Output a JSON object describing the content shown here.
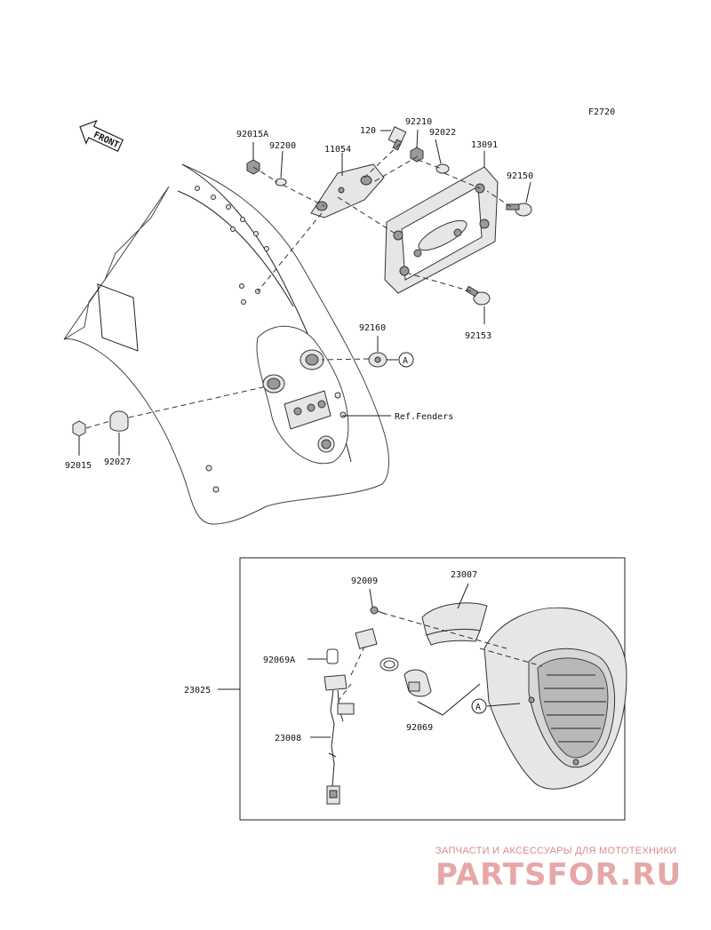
{
  "figure_code": "F2720",
  "front_label": "FRONT",
  "ref_note": "Ref.Fenders",
  "callout_letter": "A",
  "parts": {
    "p92015A": "92015A",
    "p92200": "92200",
    "p11054": "11054",
    "p120": "120",
    "p92210": "92210",
    "p92022": "92022",
    "p13091": "13091",
    "p92150": "92150",
    "p92153": "92153",
    "p92160": "92160",
    "p92015": "92015",
    "p92027": "92027",
    "p92009": "92009",
    "p23007": "23007",
    "p92069A": "92069A",
    "p23025": "23025",
    "p23008": "23008",
    "p92069": "92069"
  },
  "watermark": {
    "tagline": "ЗАПЧАСТИ И АКСЕССУАРЫ ДЛЯ МОТОТЕХНИКИ",
    "logo": "PARTSFOR.RU"
  },
  "colors": {
    "watermark": "#e7a7a7",
    "lines": "#222222"
  }
}
